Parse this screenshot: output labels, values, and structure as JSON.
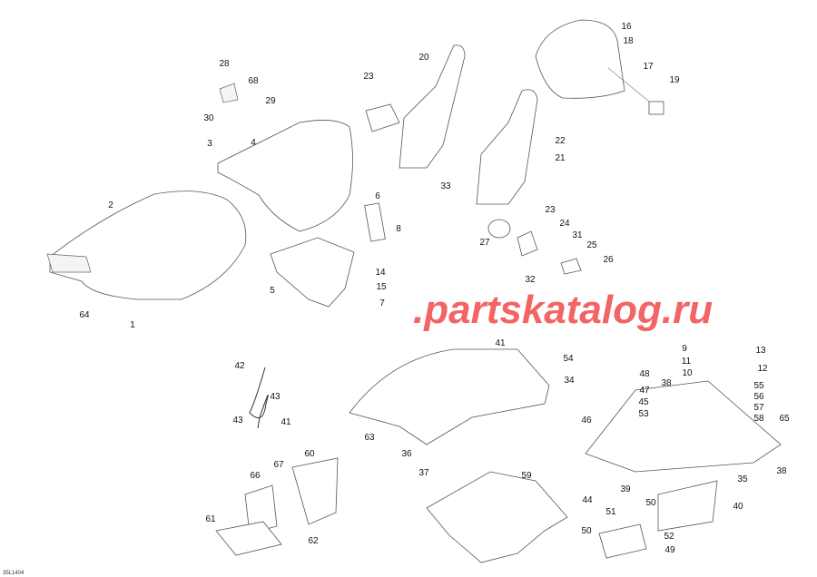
{
  "diagram": {
    "drawing_code": "35L1404",
    "watermark": ".partskatalog.ru",
    "callouts": [
      "28",
      "68",
      "29",
      "30",
      "3",
      "4",
      "2",
      "64",
      "1",
      "23",
      "20",
      "16",
      "18",
      "17",
      "19",
      "22",
      "21",
      "33",
      "6",
      "8",
      "23",
      "24",
      "31",
      "27",
      "25",
      "26",
      "32",
      "14",
      "15",
      "5",
      "7",
      "42",
      "43",
      "43",
      "41",
      "41",
      "54",
      "34",
      "48",
      "47",
      "45",
      "53",
      "46",
      "38",
      "9",
      "11",
      "10",
      "13",
      "12",
      "55",
      "56",
      "57",
      "58",
      "65",
      "38",
      "35",
      "63",
      "36",
      "37",
      "59",
      "39",
      "40",
      "44",
      "51",
      "50",
      "50",
      "52",
      "49",
      "66",
      "67",
      "60",
      "61",
      "62"
    ],
    "colors": {
      "watermark": "#f24a4a",
      "line": "#555555"
    }
  }
}
